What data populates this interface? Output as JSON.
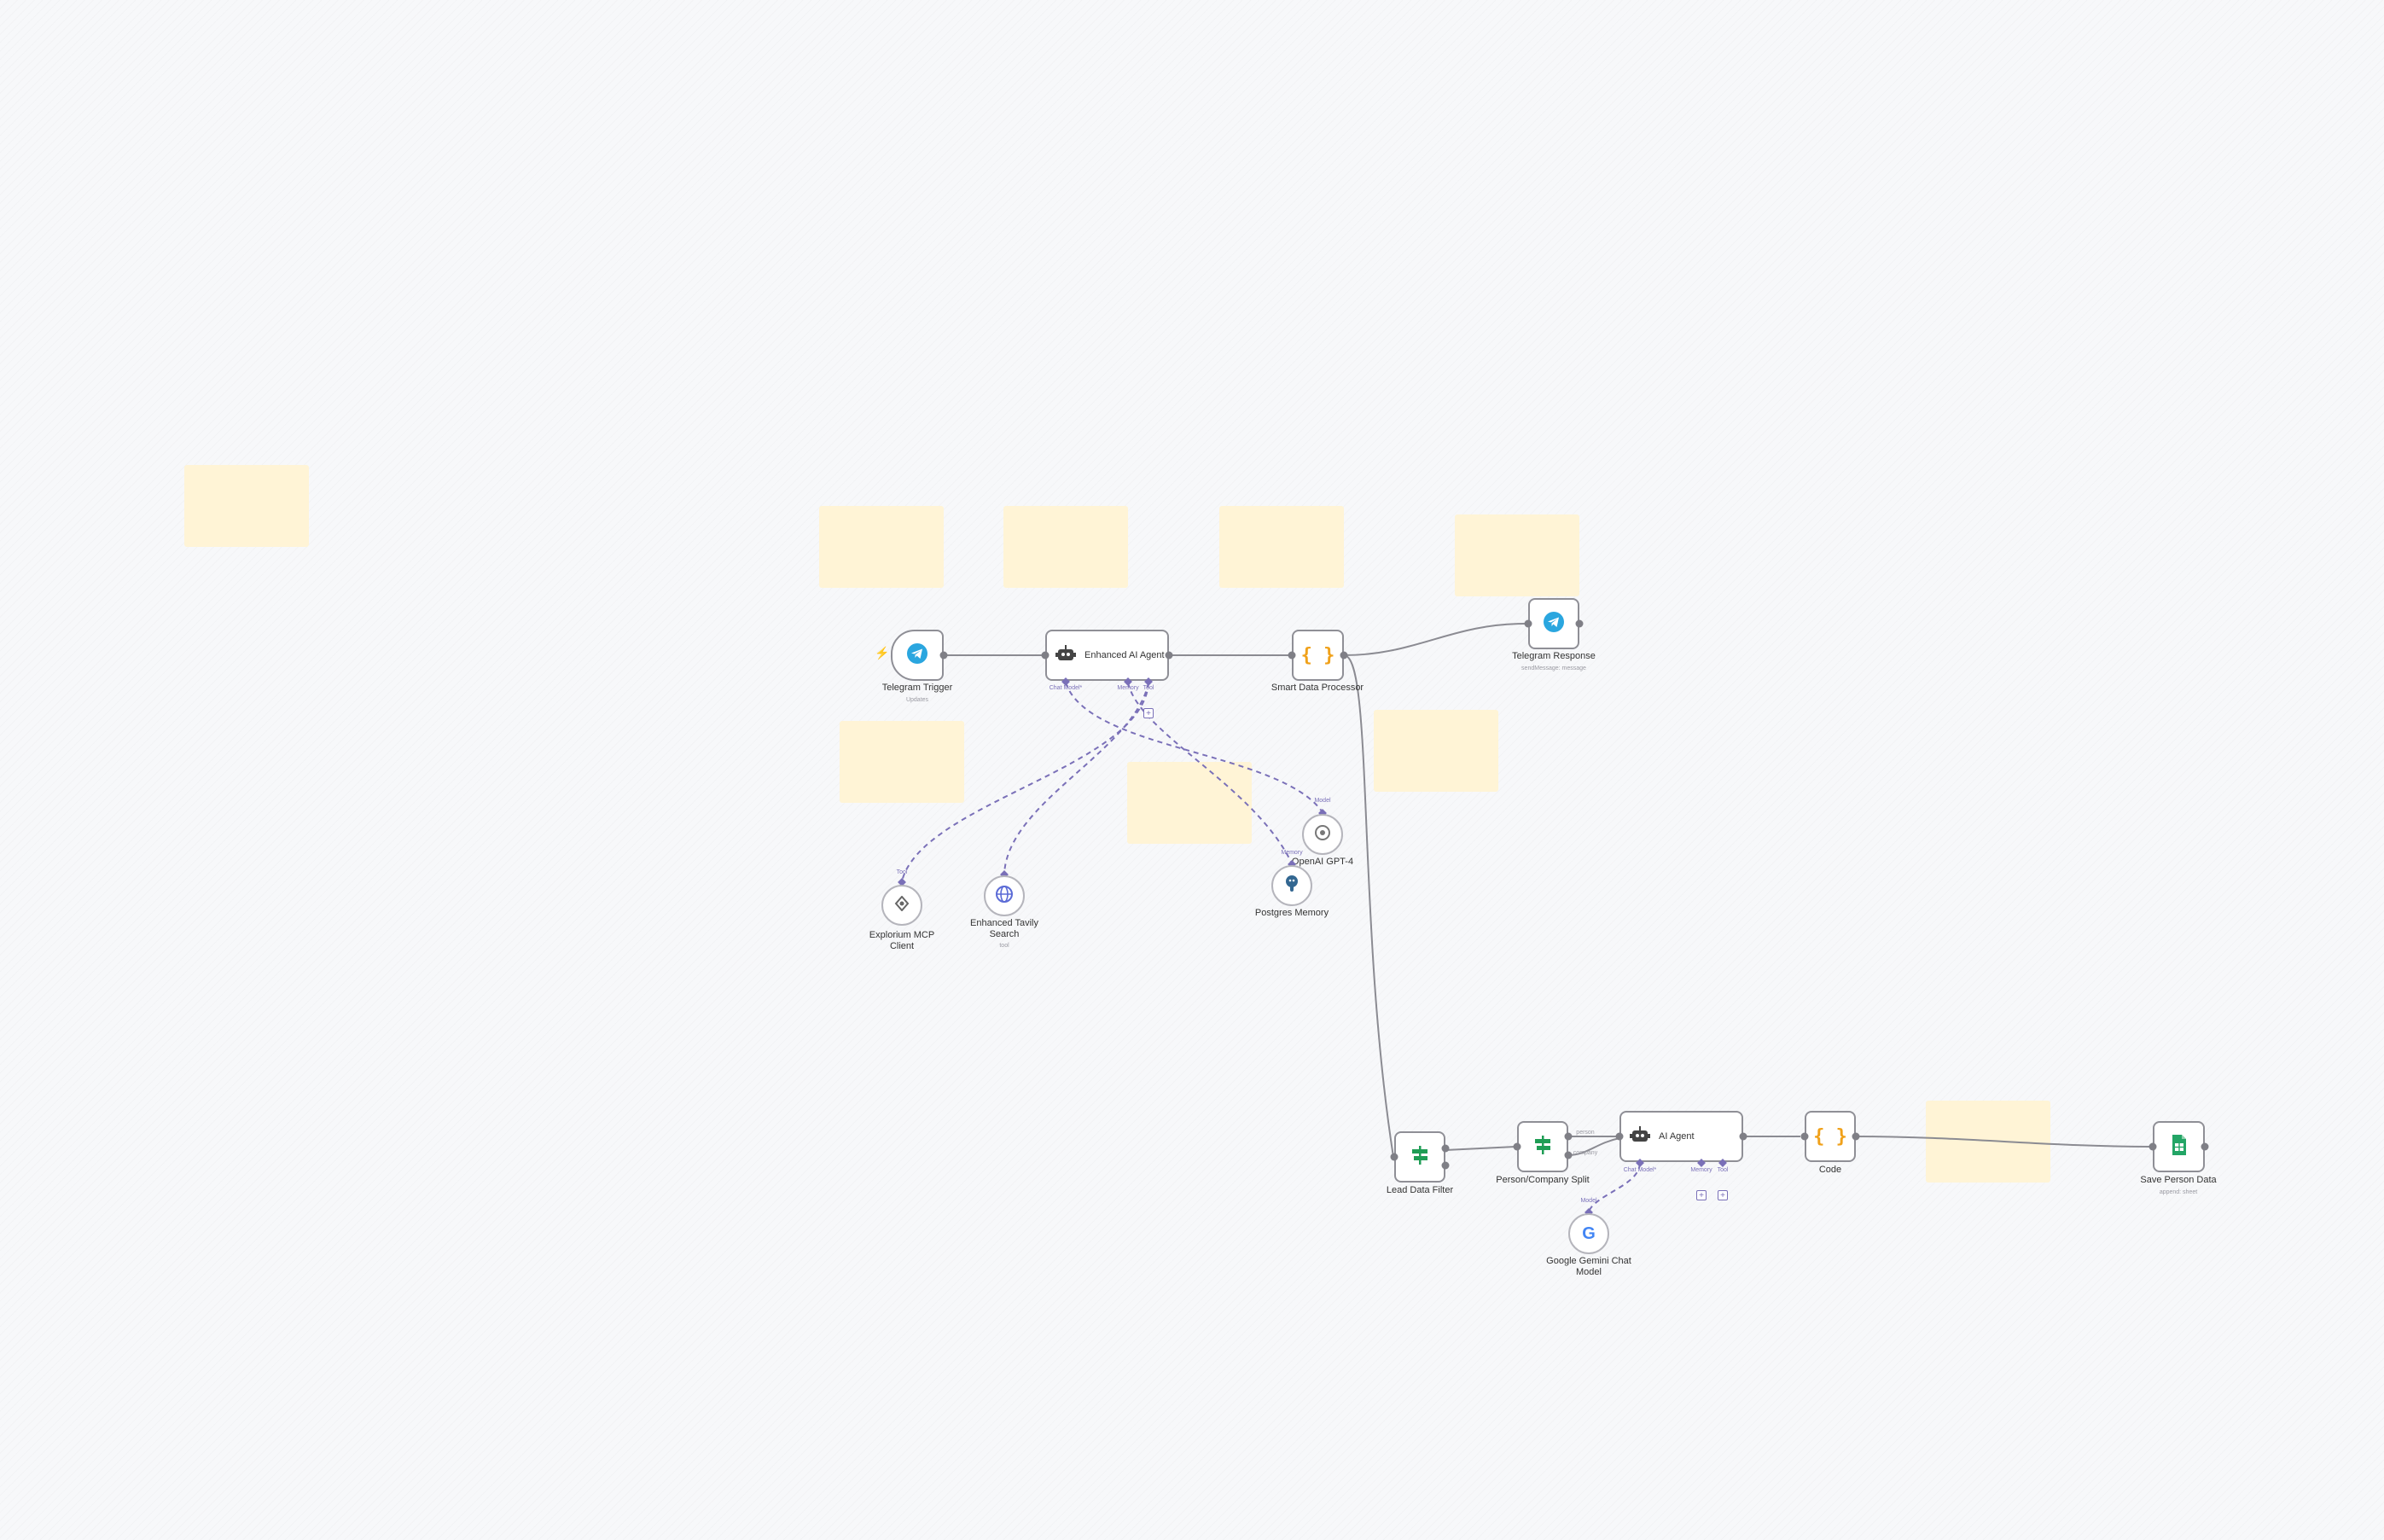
{
  "colors": {
    "canvas": "#f7f8fa",
    "sticky": "#fff4d6",
    "node_border": "#8f8f96",
    "connection": "#8b8b92",
    "ai_connection": "#7a70b8",
    "telegram": "#2aa6df",
    "code": "#f0a11a",
    "filter": "#1f9d55",
    "sheets": "#23a566",
    "trigger_bolt": "#ef4a3b"
  },
  "nodes": {
    "telegram_trigger": {
      "name": "Telegram Trigger",
      "subtitle": "Updates",
      "icon": "telegram-icon"
    },
    "enhanced_ai_agent": {
      "name": "Enhanced AI Agent",
      "icon": "robot-icon",
      "ports": {
        "chat_model": "Chat Model*",
        "memory": "Memory",
        "tool": "Tool"
      }
    },
    "smart_data_processor": {
      "name": "Smart Data Processor",
      "icon": "code-braces-icon"
    },
    "telegram_response": {
      "name": "Telegram Response",
      "subtitle": "sendMessage: message",
      "icon": "telegram-icon"
    },
    "explorium_mcp": {
      "name": "Explorium MCP Client",
      "port": "Tool",
      "icon": "mcp-icon"
    },
    "tavily_search": {
      "name": "Enhanced Tavily Search",
      "subtitle": "tool",
      "icon": "globe-icon"
    },
    "openai_gpt4": {
      "name": "OpenAI GPT-4",
      "port": "Model",
      "icon": "openai-icon"
    },
    "postgres_memory": {
      "name": "Postgres Memory",
      "port": "Memory",
      "icon": "postgres-icon"
    },
    "lead_data_filter": {
      "name": "Lead Data Filter",
      "icon": "filter-signpost-icon"
    },
    "person_company_split": {
      "name": "Person/Company Split",
      "icon": "filter-signpost-icon",
      "outputs": [
        "person",
        "company"
      ]
    },
    "ai_agent": {
      "name": "AI Agent",
      "icon": "robot-icon",
      "ports": {
        "chat_model": "Chat Model*",
        "memory": "Memory",
        "tool": "Tool"
      }
    },
    "code": {
      "name": "Code",
      "icon": "code-braces-icon"
    },
    "save_person_data": {
      "name": "Save Person Data",
      "subtitle": "append: sheet",
      "icon": "sheets-icon"
    },
    "gemini": {
      "name": "Google Gemini Chat Model",
      "port": "Model",
      "icon": "google-icon"
    }
  }
}
